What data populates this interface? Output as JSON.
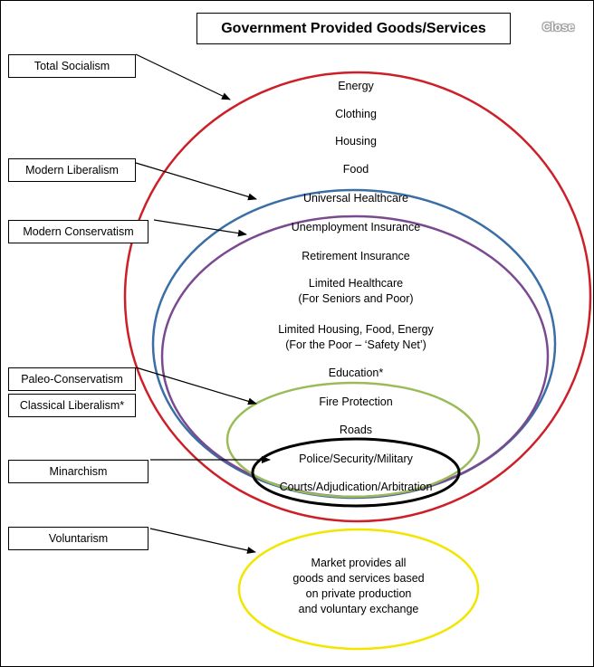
{
  "title": "Government Provided Goods/Services",
  "close_label": "Close",
  "ideologies": {
    "total_socialism": "Total Socialism",
    "modern_liberalism": "Modern Liberalism",
    "modern_conservatism": "Modern Conservatism",
    "paleo_conservatism": "Paleo-Conservatism",
    "classical_liberalism": "Classical Liberalism*",
    "minarchism": "Minarchism",
    "voluntarism": "Voluntarism"
  },
  "services": {
    "energy": "Energy",
    "clothing": "Clothing",
    "housing": "Housing",
    "food": "Food",
    "universal_healthcare": "Universal Healthcare",
    "unemployment_insurance": "Unemployment Insurance",
    "retirement_insurance": "Retirement Insurance",
    "limited_healthcare_1": "Limited Healthcare",
    "limited_healthcare_2": "(For Seniors and Poor)",
    "limited_housing_1": "Limited Housing, Food, Energy",
    "limited_housing_2": "(For the Poor – ‘Safety Net’)",
    "education": "Education*",
    "fire_protection": "Fire Protection",
    "roads": "Roads",
    "police": "Police/Security/Military",
    "courts": "Courts/Adjudication/Arbitration"
  },
  "voluntarism_text": {
    "line1": "Market provides all",
    "line2": "goods and services based",
    "line3": "on private production",
    "line4": "and voluntary exchange"
  },
  "colors": {
    "total_socialism": "#cc1f27",
    "modern_liberalism": "#3a6ea5",
    "modern_conservatism": "#7a4a8f",
    "paleo_conservatism": "#9bbb59",
    "minarchism": "#000000",
    "voluntarism": "#f2e600"
  }
}
